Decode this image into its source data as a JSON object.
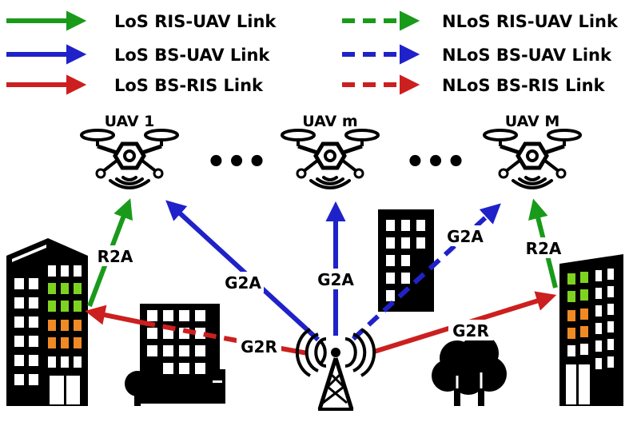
{
  "colors": {
    "ris_uav": "#1a9a1a",
    "bs_uav": "#1f22c8",
    "bs_ris": "#cc1f1f",
    "ris_lit_green": "#7ed321",
    "ris_lit_orange": "#f08a24",
    "black": "#000000"
  },
  "legend": [
    {
      "label": "LoS RIS-UAV Link",
      "color": "ris_uav",
      "style": "solid"
    },
    {
      "label": "LoS BS-UAV Link",
      "color": "bs_uav",
      "style": "solid"
    },
    {
      "label": "LoS BS-RIS Link",
      "color": "bs_ris",
      "style": "solid"
    },
    {
      "label": "NLoS RIS-UAV Link",
      "color": "ris_uav",
      "style": "dashed"
    },
    {
      "label": "NLoS BS-UAV Link",
      "color": "bs_uav",
      "style": "dashed"
    },
    {
      "label": "NLoS BS-RIS Link",
      "color": "bs_ris",
      "style": "dashed"
    }
  ],
  "uavs": [
    {
      "label": "UAV 1"
    },
    {
      "label": "UAV m"
    },
    {
      "label": "UAV M"
    }
  ],
  "ellipsis": "•••",
  "links": {
    "r2a_left": "R2A",
    "g2a_left": "G2A",
    "g2a_center": "G2A",
    "g2a_right": "G2A",
    "r2a_right": "R2A",
    "g2r_left": "G2R",
    "g2r_right": "G2R"
  },
  "icons": [
    "drone-icon",
    "wifi-waves-icon",
    "building-icon",
    "ris-building-icon",
    "tree-icon",
    "cell-tower-icon"
  ]
}
